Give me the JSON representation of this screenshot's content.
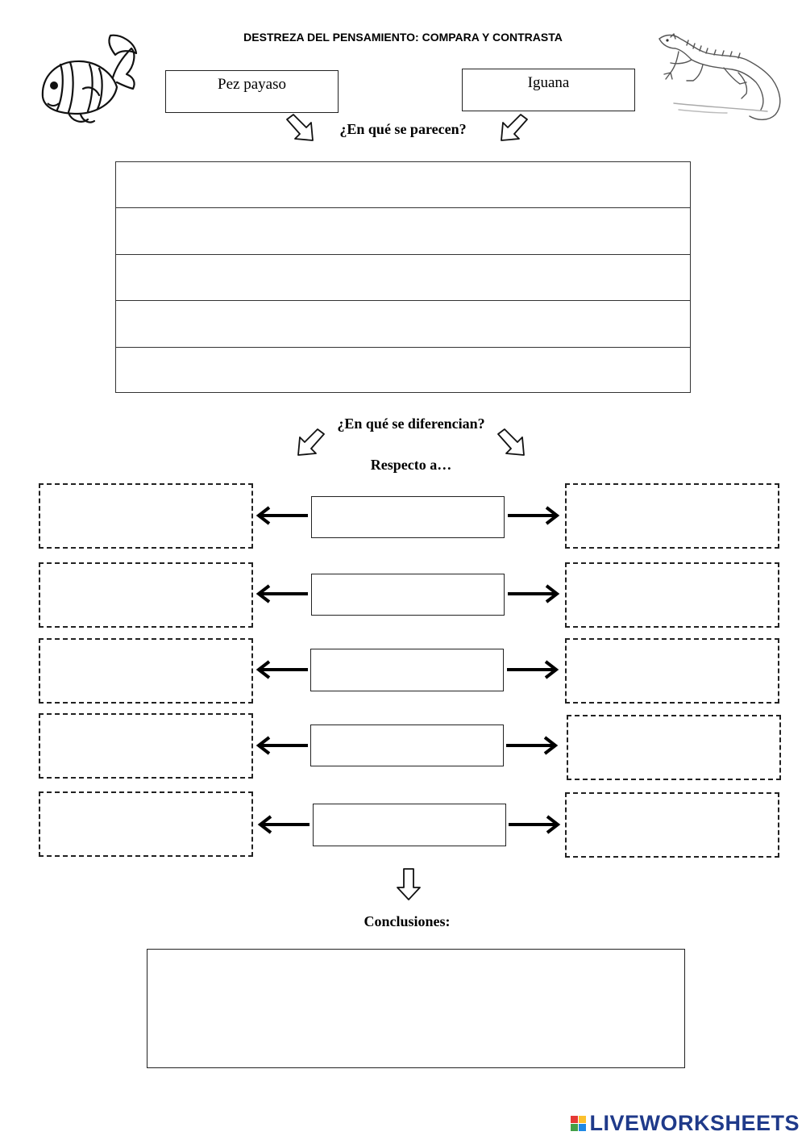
{
  "header": {
    "title": "DESTREZA DEL PENSAMIENTO: COMPARA Y CONTRASTA",
    "item_left": "Pez payaso",
    "item_right": "Iguana"
  },
  "similarities": {
    "question": "¿En qué se parecen?",
    "rows": [
      "",
      "",
      "",
      "",
      ""
    ]
  },
  "differences": {
    "question": "¿En qué se diferencian?",
    "respect_label": "Respecto a…",
    "rows": [
      {
        "left": "",
        "criterion": "",
        "right": ""
      },
      {
        "left": "",
        "criterion": "",
        "right": ""
      },
      {
        "left": "",
        "criterion": "",
        "right": ""
      },
      {
        "left": "",
        "criterion": "",
        "right": ""
      },
      {
        "left": "",
        "criterion": "",
        "right": ""
      }
    ]
  },
  "conclusions": {
    "label": "Conclusiones:",
    "text": ""
  },
  "branding": {
    "logo_text": "LIVEWORKSHEETS",
    "logo_colors": [
      "#e53935",
      "#fbc02d",
      "#43a047",
      "#1e88e5"
    ]
  }
}
